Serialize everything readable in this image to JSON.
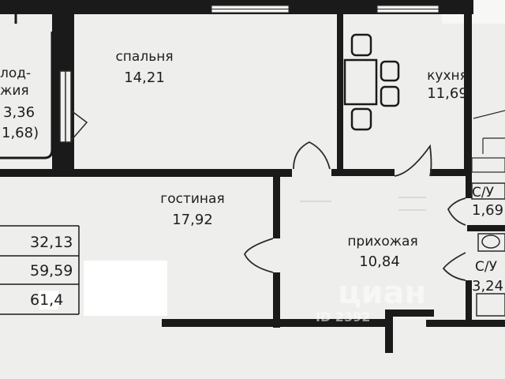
{
  "rooms": {
    "balcony": {
      "name": "лод-\nжия",
      "area": "3,36",
      "area_alt": "1,68)"
    },
    "bedroom": {
      "name": "спальня",
      "area": "14,21"
    },
    "kitchen": {
      "name": "кухня",
      "area": "11,69"
    },
    "living": {
      "name": "гостиная",
      "area": "17,92"
    },
    "hallway": {
      "name": "прихожая",
      "area": "10,84"
    },
    "bath1": {
      "name": "С/У",
      "area": "1,69"
    },
    "bath2": {
      "name": "С/У",
      "area": "3,24"
    }
  },
  "summary": {
    "living_area": "32,13",
    "total_area": "59,59",
    "total_with_balcony": "61,4"
  },
  "watermark": {
    "text": "циан",
    "id": "ID 2392"
  },
  "colors": {
    "wall": "#1a1a1a",
    "paper": "#eeeeec",
    "line": "#2a2a2a"
  }
}
